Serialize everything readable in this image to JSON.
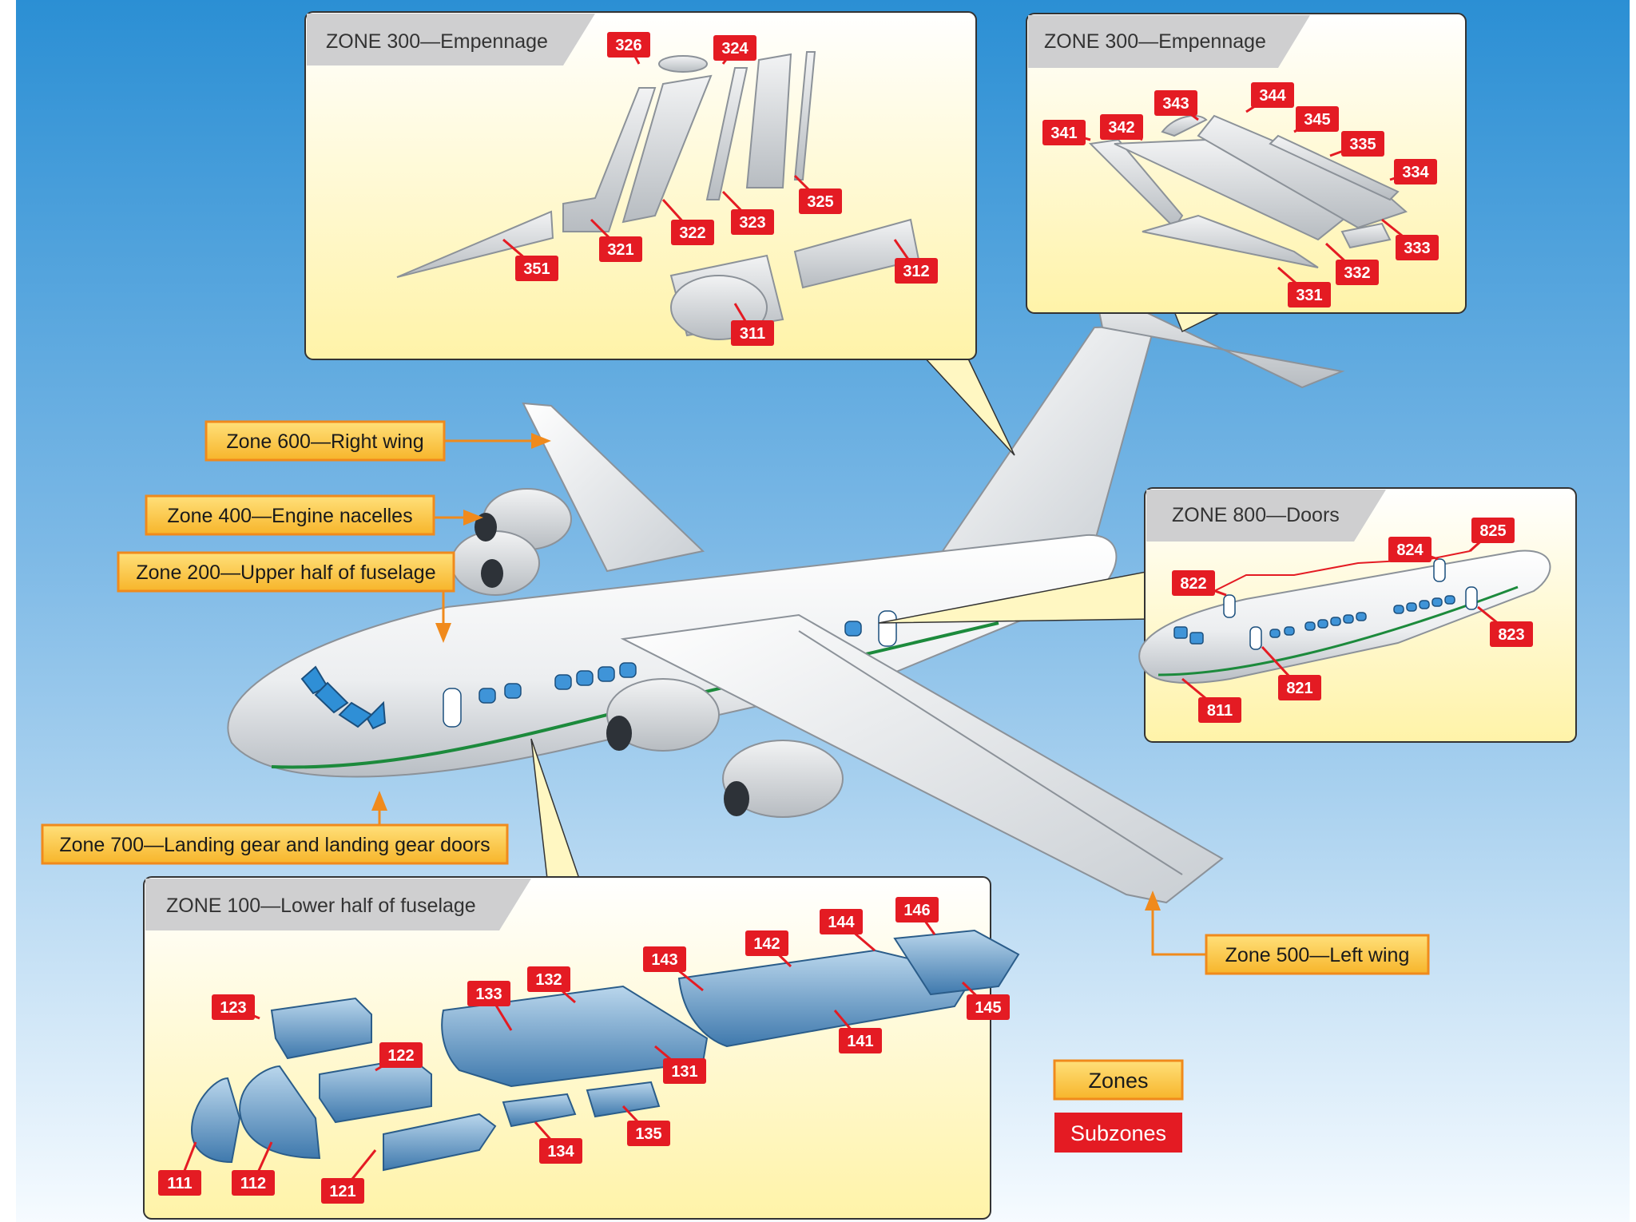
{
  "zones": {
    "right_wing": "Zone 600—Right wing",
    "engine_nacelles": "Zone 400—Engine nacelles",
    "upper_fuselage": "Zone 200—Upper half of fuselage",
    "landing_gear": "Zone 700—Landing gear and landing gear doors",
    "left_wing": "Zone 500—Left wing"
  },
  "panels": {
    "empennage_left": {
      "title": "ZONE 300—Empennage",
      "subzones": [
        "326",
        "324",
        "325",
        "322",
        "323",
        "321",
        "351",
        "312",
        "311"
      ]
    },
    "empennage_right": {
      "title": "ZONE 300—Empennage",
      "subzones": [
        "343",
        "344",
        "345",
        "341",
        "342",
        "335",
        "334",
        "333",
        "332",
        "331"
      ]
    },
    "doors": {
      "title": "ZONE 800—Doors",
      "subzones": [
        "825",
        "824",
        "822",
        "823",
        "821",
        "811"
      ]
    },
    "lower_fuselage": {
      "title": "ZONE 100—Lower half of fuselage",
      "subzones": [
        "146",
        "144",
        "142",
        "143",
        "132",
        "133",
        "123",
        "145",
        "122",
        "141",
        "131",
        "135",
        "134",
        "111",
        "112",
        "121"
      ]
    }
  },
  "legend": {
    "zones": "Zones",
    "subzones": "Subzones"
  },
  "colors": {
    "zone_fill": "#fcc93a",
    "zone_border": "#f08a1c",
    "subzone_fill": "#e41b23",
    "sky_top": "#2b8fd4",
    "sky_bottom": "#ffffff",
    "panel_fill": "#fffbe6",
    "stripe": "#1c8a3c",
    "part_blue": "#8fb7d6"
  }
}
